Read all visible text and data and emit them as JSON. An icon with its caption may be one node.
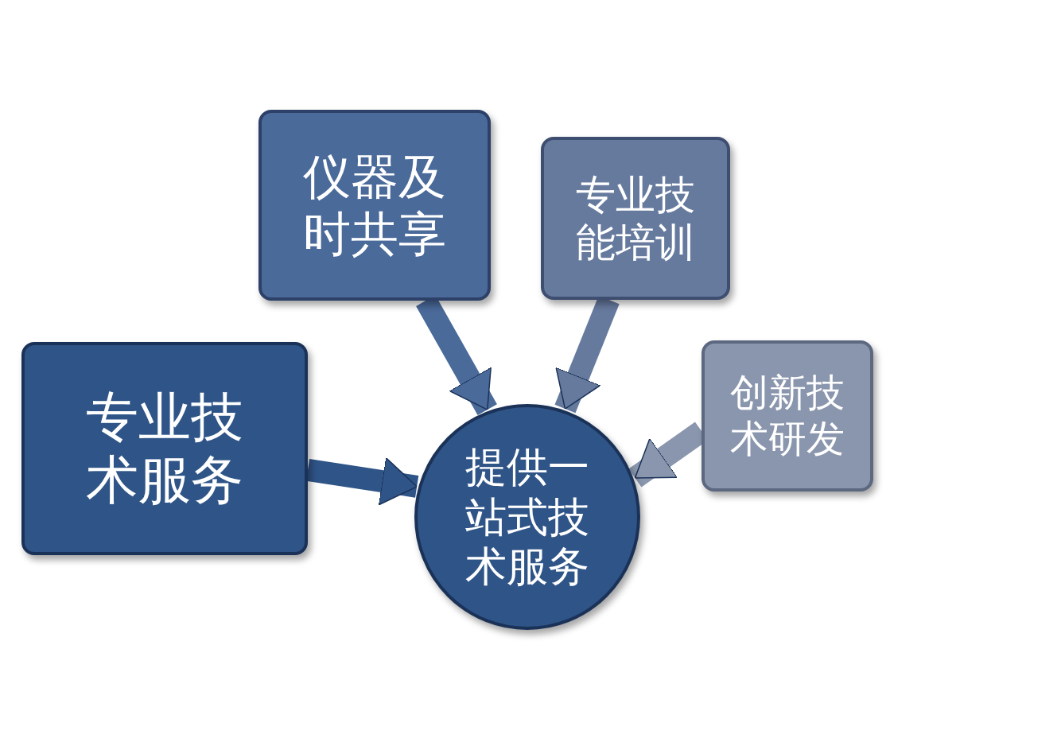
{
  "diagram": {
    "nodes": [
      {
        "text": [
          "仪器及时共享"
        ]
      },
      {
        "text": [
          "专业技能培训"
        ]
      },
      {
        "text": [
          "专业技术服务"
        ]
      },
      {
        "text": [
          "创新技术研发"
        ]
      },
      {
        "text": [
          "提供一站式技术服务"
        ]
      }
    ],
    "edges": [
      {
        "from": 0,
        "to": 4,
        "arrow": "to",
        "color": "#4a6a9a"
      },
      {
        "from": 1,
        "to": 4,
        "arrow": "to",
        "color": "#667a9e"
      },
      {
        "from": 2,
        "to": 4,
        "arrow": "to",
        "color": "#2f5487"
      },
      {
        "from": 3,
        "to": 4,
        "arrow": "to",
        "color": "#8a96ad"
      }
    ]
  }
}
